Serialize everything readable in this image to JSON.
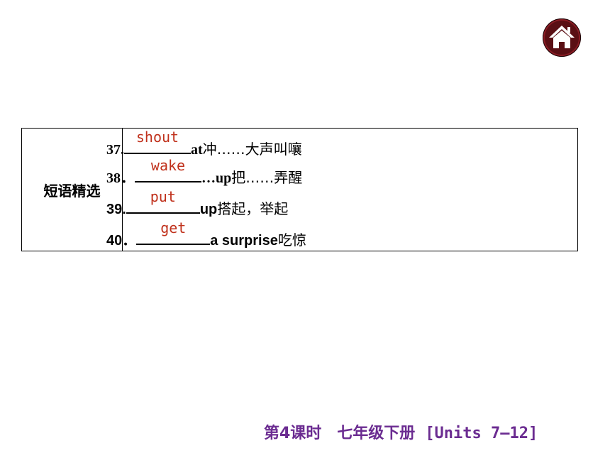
{
  "section_label": "短语精选",
  "rows": [
    {
      "num": "37.",
      "answer": "shout",
      "rest": " at ",
      "cn": "冲……大声叫嚷"
    },
    {
      "num": "38．",
      "answer": "wake",
      "rest": "…up ",
      "cn": "把……弄醒"
    },
    {
      "num": "39.",
      "answer": "put",
      "rest": " up ",
      "cn": "搭起，举起"
    },
    {
      "num": "40．",
      "answer": "get",
      "rest": " a surprise ",
      "cn": "吃惊"
    }
  ],
  "footer": {
    "lesson": "第4课时　七年级下册",
    "units": "[Units 7—12]"
  },
  "colors": {
    "answer": "#c0311c",
    "footer": "#6b2c91",
    "home_button": "#5a0f14"
  },
  "icons": {
    "home": "home-icon"
  }
}
